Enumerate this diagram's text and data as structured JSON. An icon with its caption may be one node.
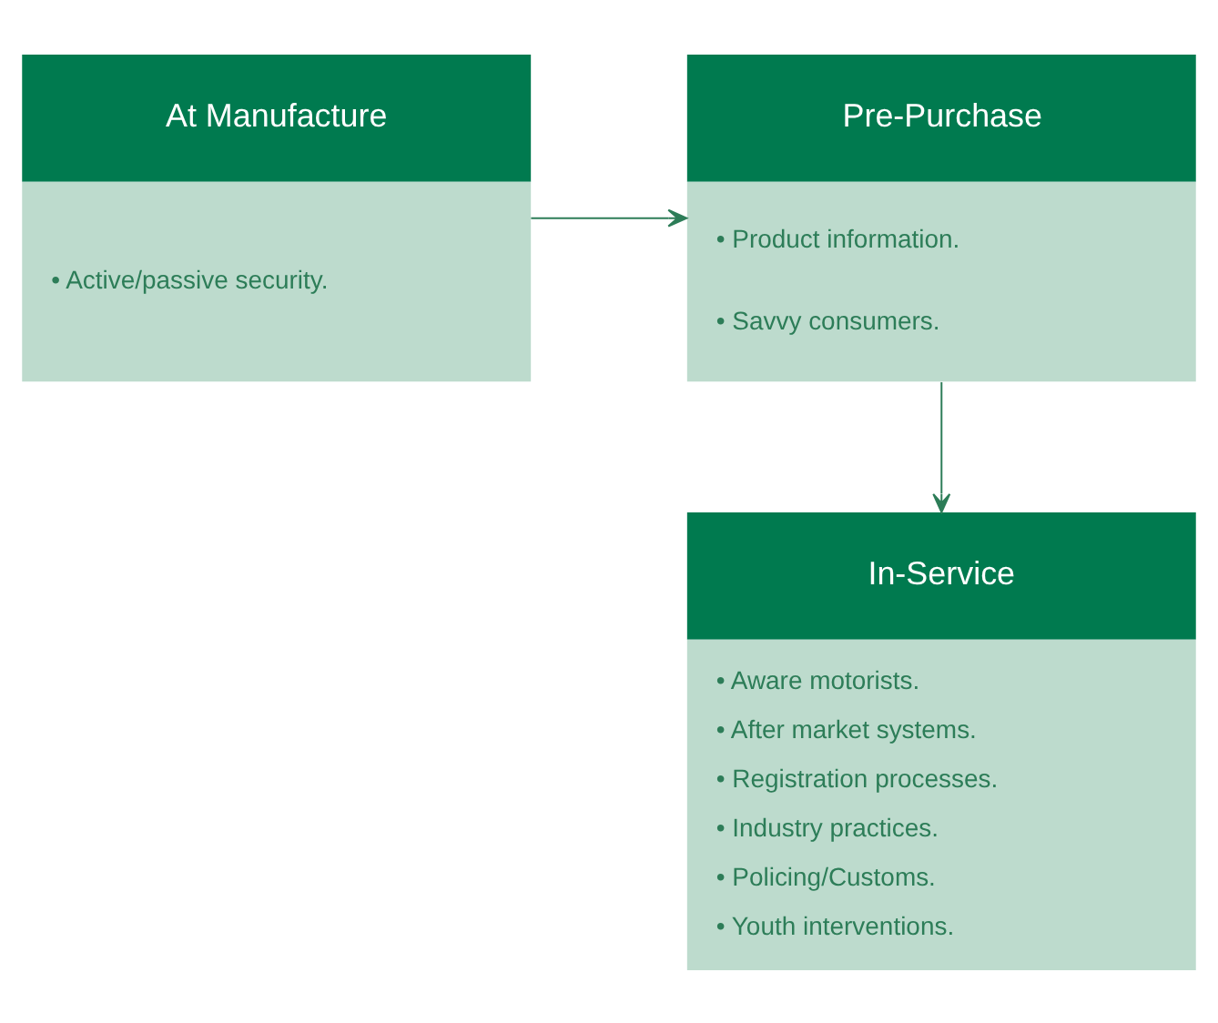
{
  "diagram": {
    "nodes": [
      {
        "text": [
          "At Manufacture",
          "• Active/passive security."
        ]
      },
      {
        "text": [
          "Pre-Purchase",
          "• Product information.",
          "• Savvy consumers."
        ]
      },
      {
        "text": [
          "In-Service",
          "• Aware motorists.",
          "• After market systems.",
          "• Registration processes.",
          "• Industry practices.",
          "• Policing/Customs.",
          "• Youth interventions."
        ]
      }
    ],
    "edges": [
      {
        "from": 0,
        "to": 1,
        "arrow": "to"
      },
      {
        "from": 1,
        "to": 2,
        "arrow": "to"
      }
    ]
  }
}
